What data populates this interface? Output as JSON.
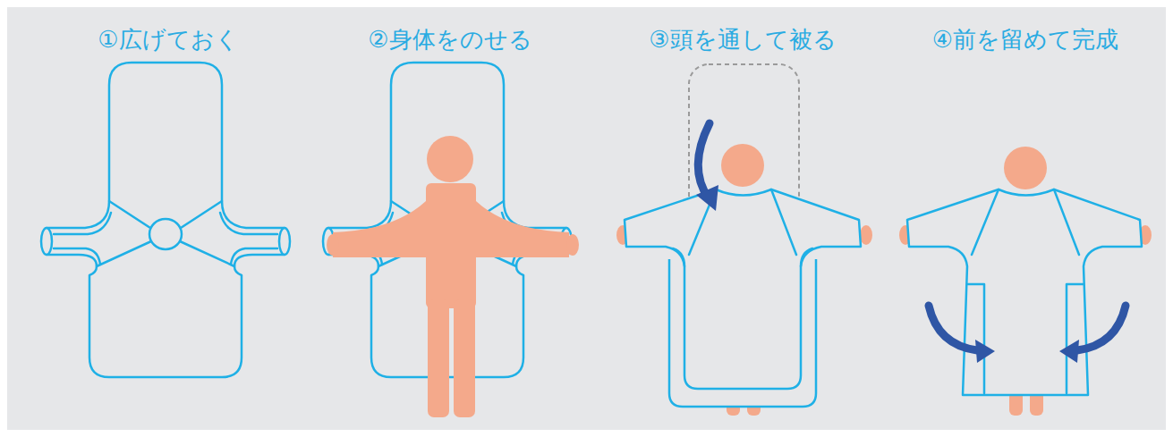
{
  "diagram": {
    "labels": [
      "①広げておく",
      "②身体をのせる",
      "③頭を通して被る",
      "④前を留めて完成"
    ]
  }
}
